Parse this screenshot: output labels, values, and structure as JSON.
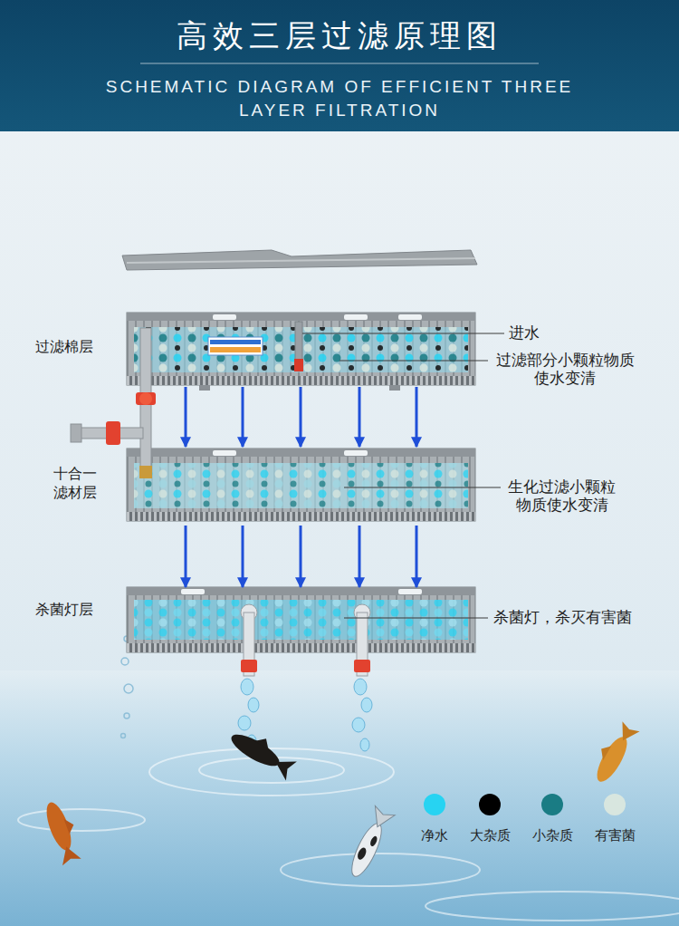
{
  "diagram": {
    "title": "高效三层过滤原理图",
    "nodes": [
      {
        "text": [
          "过滤棉层"
        ]
      },
      {
        "text": [
          "十合一 滤材层"
        ]
      },
      {
        "text": [
          "杀菌灯层"
        ]
      }
    ],
    "edges": [
      {
        "from": 0,
        "to": 1,
        "arrow": "to"
      },
      {
        "from": 0,
        "to": 1,
        "arrow": "to"
      },
      {
        "from": 0,
        "to": 1,
        "arrow": "to"
      },
      {
        "from": 0,
        "to": 1,
        "arrow": "to"
      },
      {
        "from": 0,
        "to": 1,
        "arrow": "to"
      },
      {
        "from": 1,
        "to": 2,
        "arrow": "to"
      },
      {
        "from": 1,
        "to": 2,
        "arrow": "to"
      },
      {
        "from": 1,
        "to": 2,
        "arrow": "to"
      },
      {
        "from": 1,
        "to": 2,
        "arrow": "to"
      },
      {
        "from": 1,
        "to": 2,
        "arrow": "to"
      }
    ],
    "labels": [
      "SCHEMATIC DIAGRAM OF EFFICIENT THREE LAYER FILTRATION",
      "进水",
      "过滤部分小颗粒物质 使水变清",
      "生化过滤小颗粒 物质使水变清",
      "杀菌灯，杀灭有害菌"
    ],
    "legend": [
      {
        "text": "净水",
        "color": "#27d3f2"
      },
      {
        "text": "大杂质",
        "color": "#000000"
      },
      {
        "text": "小杂质",
        "color": "#1a7c84"
      },
      {
        "text": "有害菌",
        "color": "#d8e6df"
      }
    ]
  }
}
